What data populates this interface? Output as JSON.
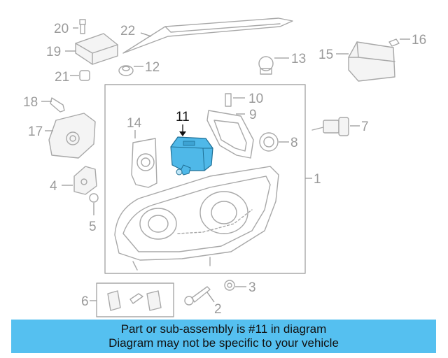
{
  "callouts": {
    "c1": "1",
    "c2": "2",
    "c3": "3",
    "c4": "4",
    "c5": "5",
    "c6": "6",
    "c7": "7",
    "c8": "8",
    "c9": "9",
    "c10": "10",
    "c11": "11",
    "c12": "12",
    "c13": "13",
    "c14": "14",
    "c15": "15",
    "c16": "16",
    "c17": "17",
    "c18": "18",
    "c19": "19",
    "c20": "20",
    "c21": "21",
    "c22": "22"
  },
  "highlight": {
    "part": "11",
    "color": "#4fb8e8"
  },
  "banner": {
    "line1": "Part or sub-assembly is #11 in diagram",
    "line2": "Diagram may not be specific to your vehicle",
    "color": "#55c0f0"
  }
}
